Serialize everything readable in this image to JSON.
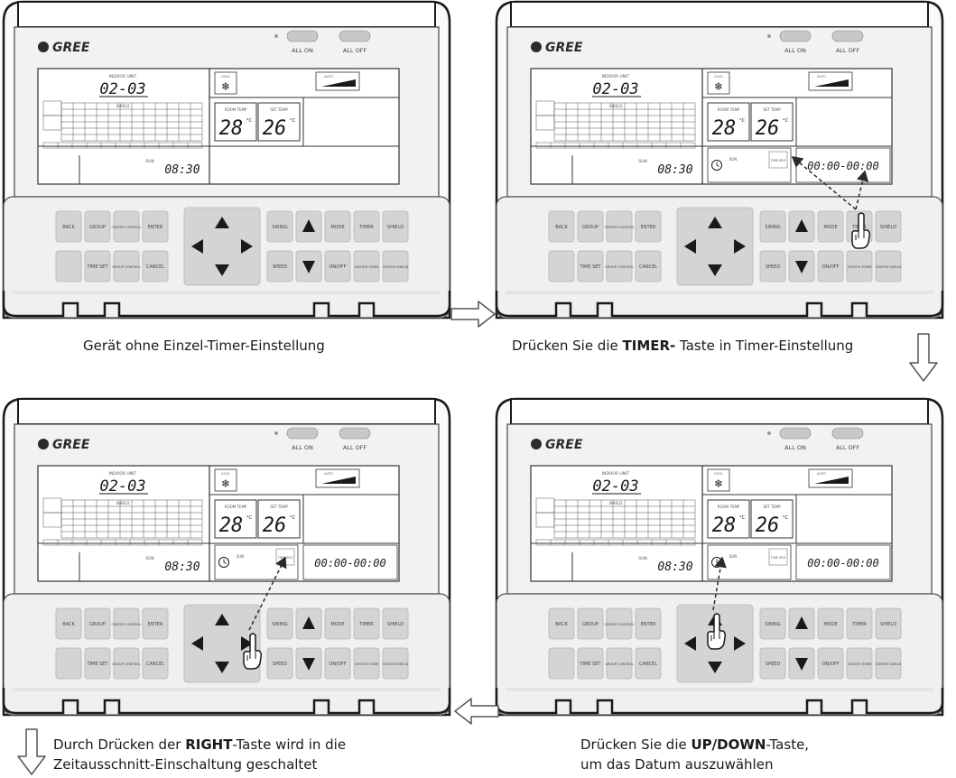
{
  "controller": {
    "brand": "GREE",
    "all_on": "ALL ON",
    "all_off": "ALL OFF",
    "unit_label": "INDOOR UNIT",
    "unit_number": "02-03",
    "shield_label": "SHIELD",
    "room_temp_label": "ROOM TEMP",
    "set_temp_label": "SET TEMP",
    "room_temp": "28",
    "set_temp": "26",
    "degree": "°C",
    "fan_label": "AUTO",
    "mode_label": "COOL",
    "time": "08:30",
    "day": "SUN",
    "timer_range": "00:00-00:00",
    "timer_day": "SUN",
    "timer_tag": "TIME SEG",
    "buttons": {
      "back": "BACK",
      "group": "GROUP",
      "center_control": "CENTER CONTROL",
      "enter": "ENTER",
      "time_set": "TIME SET",
      "group_control": "GROUP CONTROL",
      "cancel": "CANCEL",
      "swing": "SWING",
      "mode": "MODE",
      "timer": "TIMER",
      "shield": "SHIELD",
      "speed": "SPEED",
      "onoff": "ON/OFF",
      "center_timer": "CENTER TIMER",
      "center_shield": "CENTER SHIELD"
    }
  },
  "captions": {
    "step1": "Gerät ohne Einzel-Timer-Einstellung",
    "step2_pre": "Drücken Sie die ",
    "step2_key": "TIMER-",
    "step2_post": " Taste in Timer-Einstellung",
    "step3_pre": "Drücken Sie die ",
    "step3_key": "UP/DOWN",
    "step3_post": "-Taste,",
    "step3_line2": "um das Datum auszuwählen",
    "step4_pre": "Durch Drücken der ",
    "step4_key": "RIGHT",
    "step4_post": "-Taste wird in die",
    "step4_line2": "Zeitausschnitt-Einschaltung geschaltet"
  }
}
